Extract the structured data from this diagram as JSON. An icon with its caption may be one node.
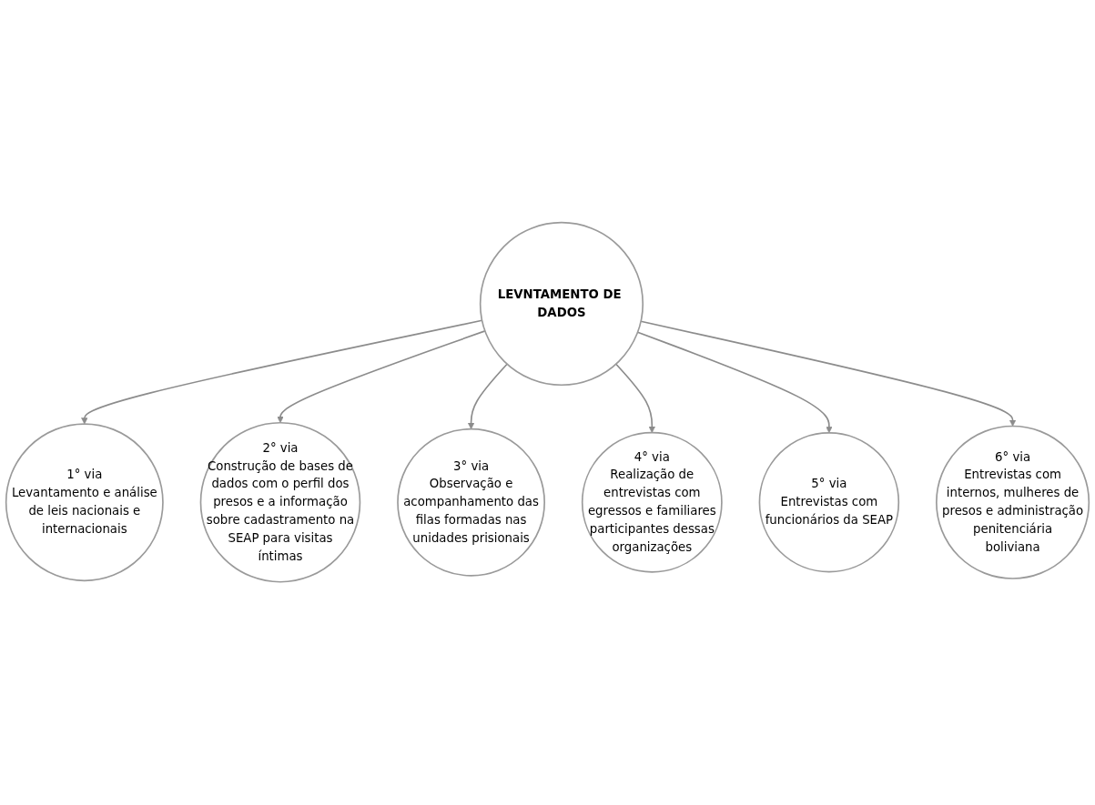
{
  "diagram": {
    "nodes": [
      {
        "text": [
          "LEVNTAMENTO DE DADOS"
        ]
      },
      {
        "text": [
          "1° via",
          "Levantamento e análise de leis nacionais e internacionais"
        ]
      },
      {
        "text": [
          "2° via",
          "Construção de bases de dados com o perfil dos presos e a informação sobre cadastramento na SEAP para visitas íntimas"
        ]
      },
      {
        "text": [
          "3° via",
          "Observação e acompanhamento das filas formadas nas unidades prisionais"
        ]
      },
      {
        "text": [
          "4° via",
          "Realização de entrevistas com egressos e familiares participantes dessas organizações"
        ]
      },
      {
        "text": [
          "5° via",
          "Entrevistas com funcionários da SEAP"
        ]
      },
      {
        "text": [
          "6° via",
          "Entrevistas com internos, mulheres de presos e administração penitenciária boliviana"
        ]
      }
    ],
    "edges": [
      {
        "from": 0,
        "to": 1,
        "arrow": "to"
      },
      {
        "from": 0,
        "to": 2,
        "arrow": "to"
      },
      {
        "from": 0,
        "to": 3,
        "arrow": "to"
      },
      {
        "from": 0,
        "to": 4,
        "arrow": "to"
      },
      {
        "from": 0,
        "to": 5,
        "arrow": "to"
      },
      {
        "from": 0,
        "to": 6,
        "arrow": "to"
      }
    ]
  }
}
